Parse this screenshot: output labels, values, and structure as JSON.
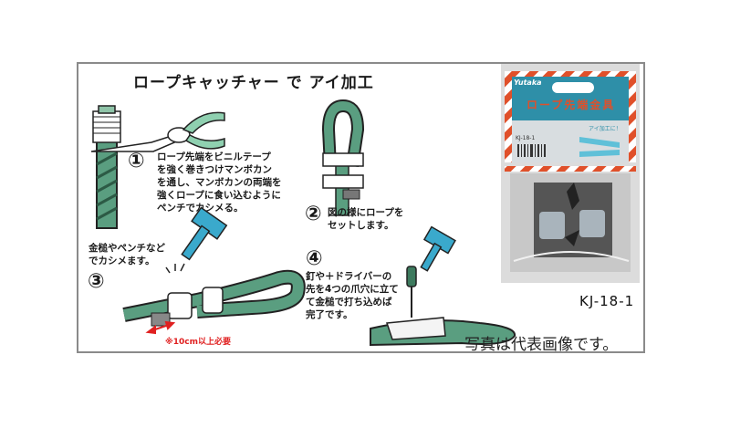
{
  "title": "ロープキャッチャー で アイ加工",
  "steps": [
    {
      "number": "①",
      "text": "ロープ先端をビニルテープ\nを強く巻きつけマンボカン\nを通し、マンボカンの両端を\n強くロープに食い込むように\nペンチでカシメる。"
    },
    {
      "number": "②",
      "text": "図の様にロープを\nセットします。"
    },
    {
      "number": "③",
      "text": "金槌やペンチなど\nでカシメます。",
      "note": "※10cm以上必要"
    },
    {
      "number": "④",
      "text": "釘や＋ドライバーの\n先を4つの爪穴に立て\nて金槌で打ち込めば\n完了です。"
    }
  ],
  "package": {
    "brand": "Yutaka",
    "label": "ロープ先端金具",
    "sub_label": "アイ加工に！",
    "model_code": "KJ-18-1"
  },
  "model_label": "KJ-18-1",
  "caption": "写真は代表画像です。",
  "colors": {
    "rope_green": "#5a9e80",
    "hammer_blue": "#3aa9cc",
    "warning_red": "#e02020",
    "package_teal": "#2e8fa8",
    "package_stripe": "#e0502a",
    "frame_border": "#8a8a8a"
  }
}
